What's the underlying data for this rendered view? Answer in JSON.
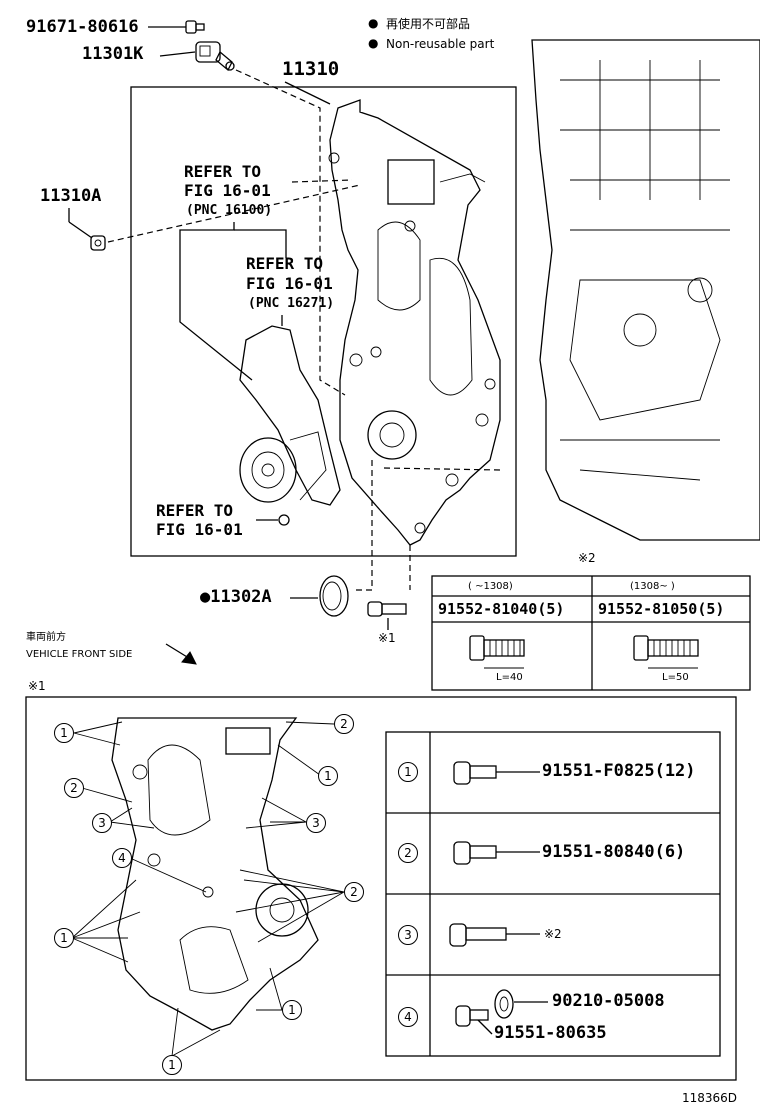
{
  "header": {
    "legend_jp": "再使用不可部品",
    "legend_en": "Non-reusable part"
  },
  "parts": {
    "p91671": "91671-80616",
    "p11301k": "11301K",
    "p11310": "11310",
    "p11310a": "11310A",
    "p11302a": "●11302A"
  },
  "refs": {
    "ref1_line1": "REFER TO",
    "ref1_line2": "FIG 16-01",
    "ref1_line3": "(PNC 16100)",
    "ref2_line1": "REFER TO",
    "ref2_line2": "FIG 16-01",
    "ref2_line3": "(PNC 16271)",
    "ref3_line1": "REFER TO",
    "ref3_line2": "FIG 16-01"
  },
  "bolt_table": {
    "note_mark": "※2",
    "col1_period": "(     ~1308)",
    "col2_period": "(1308~     )",
    "col1_part": "91552-81040(5)",
    "col2_part": "91552-81050(5)",
    "col1_len": "L=40",
    "col2_len": "L=50"
  },
  "bolt_mark": "※1",
  "front": {
    "jp": "車両前方",
    "en": "VEHICLE FRONT SIDE"
  },
  "detail": {
    "mark": "※1",
    "rows": [
      {
        "num": "1",
        "part": "91551-F0825(12)"
      },
      {
        "num": "2",
        "part": "91551-80840(6)"
      },
      {
        "num": "3",
        "part": "※2"
      },
      {
        "num": "4",
        "part_a": "90210-05008",
        "part_b": "91551-80635"
      }
    ],
    "callouts": [
      "1",
      "2",
      "1",
      "2",
      "3",
      "3",
      "4",
      "2",
      "1",
      "1",
      "1"
    ]
  },
  "footer": {
    "code": "118366D"
  }
}
